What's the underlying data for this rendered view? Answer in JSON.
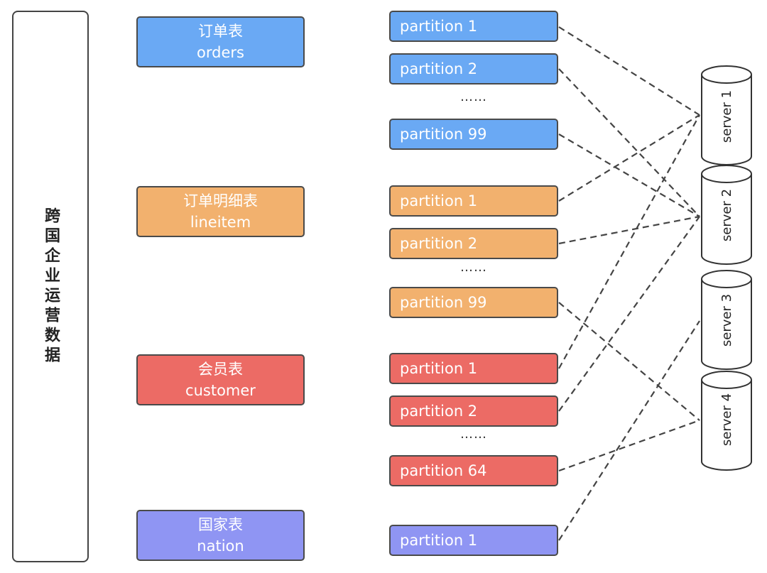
{
  "side_title": "跨国企业运营数据",
  "colors": {
    "blue": "#6AA9F4",
    "orange": "#F2B16E",
    "red": "#EC6B65",
    "purple": "#8F95F3"
  },
  "tables": [
    {
      "cn": "订单表",
      "en": "orders",
      "color": "blue",
      "partitions": [
        "partition 1",
        "partition 2",
        "partition 99"
      ]
    },
    {
      "cn": "订单明细表",
      "en": "lineitem",
      "color": "orange",
      "partitions": [
        "partition 1",
        "partition 2",
        "partition 99"
      ]
    },
    {
      "cn": "会员表",
      "en": "customer",
      "color": "red",
      "partitions": [
        "partition 1",
        "partition 2",
        "partition 64"
      ]
    },
    {
      "cn": "国家表",
      "en": "nation",
      "color": "purple",
      "partitions": [
        "partition 1"
      ]
    }
  ],
  "ellipsis": "……",
  "servers": [
    "server 1",
    "server 2",
    "server 3",
    "server 4"
  ]
}
